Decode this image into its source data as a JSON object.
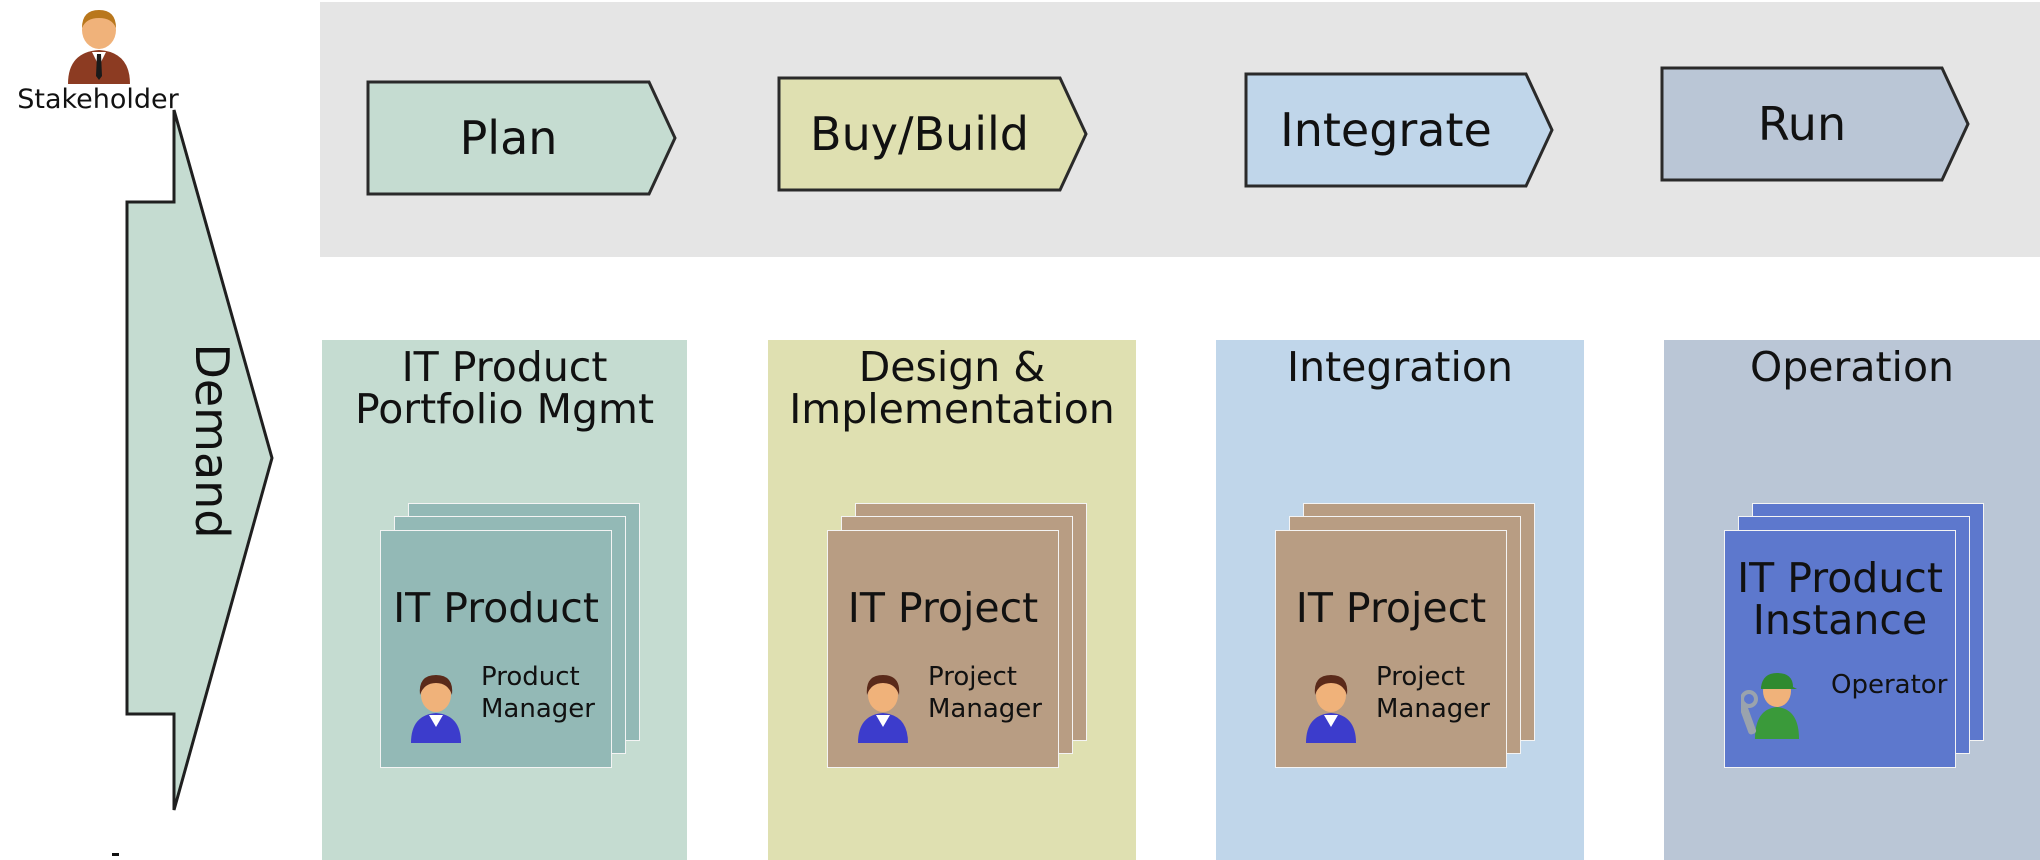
{
  "stakeholder": {
    "label": "Stakeholder",
    "icon": "stakeholder-person-icon"
  },
  "demand": {
    "label": "Demand",
    "color": "#c5dcd1"
  },
  "phases": [
    {
      "label": "Plan",
      "color": "#c5dcd1"
    },
    {
      "label": "Buy/Build",
      "color": "#dfe0b1"
    },
    {
      "label": "Integrate",
      "color": "#c0d6ea"
    },
    {
      "label": "Run",
      "color": "#bac6d6"
    }
  ],
  "columns": [
    {
      "title_lines": [
        "IT Product",
        "Portfolio Mgmt"
      ],
      "bg": "#c5dcd1",
      "card": {
        "title_lines": [
          "IT Product"
        ],
        "color": "#93b9b6",
        "role_lines": [
          "Product",
          "Manager"
        ],
        "role_icon": "manager-person-icon"
      }
    },
    {
      "title_lines": [
        "Design &",
        "Implementation"
      ],
      "bg": "#dfe0b1",
      "card": {
        "title_lines": [
          "IT Project"
        ],
        "color": "#b89d83",
        "role_lines": [
          "Project",
          "Manager"
        ],
        "role_icon": "manager-person-icon"
      }
    },
    {
      "title_lines": [
        "Integration"
      ],
      "bg": "#c0d6ea",
      "card": {
        "title_lines": [
          "IT Project"
        ],
        "color": "#b89d83",
        "role_lines": [
          "Project",
          "Manager"
        ],
        "role_icon": "manager-person-icon"
      }
    },
    {
      "title_lines": [
        "Operation"
      ],
      "bg": "#bac6d6",
      "card": {
        "title_lines": [
          "IT Product",
          "Instance"
        ],
        "color": "#5d78cd",
        "role_lines": [
          "Operator"
        ],
        "role_icon": "operator-worker-icon"
      }
    }
  ]
}
